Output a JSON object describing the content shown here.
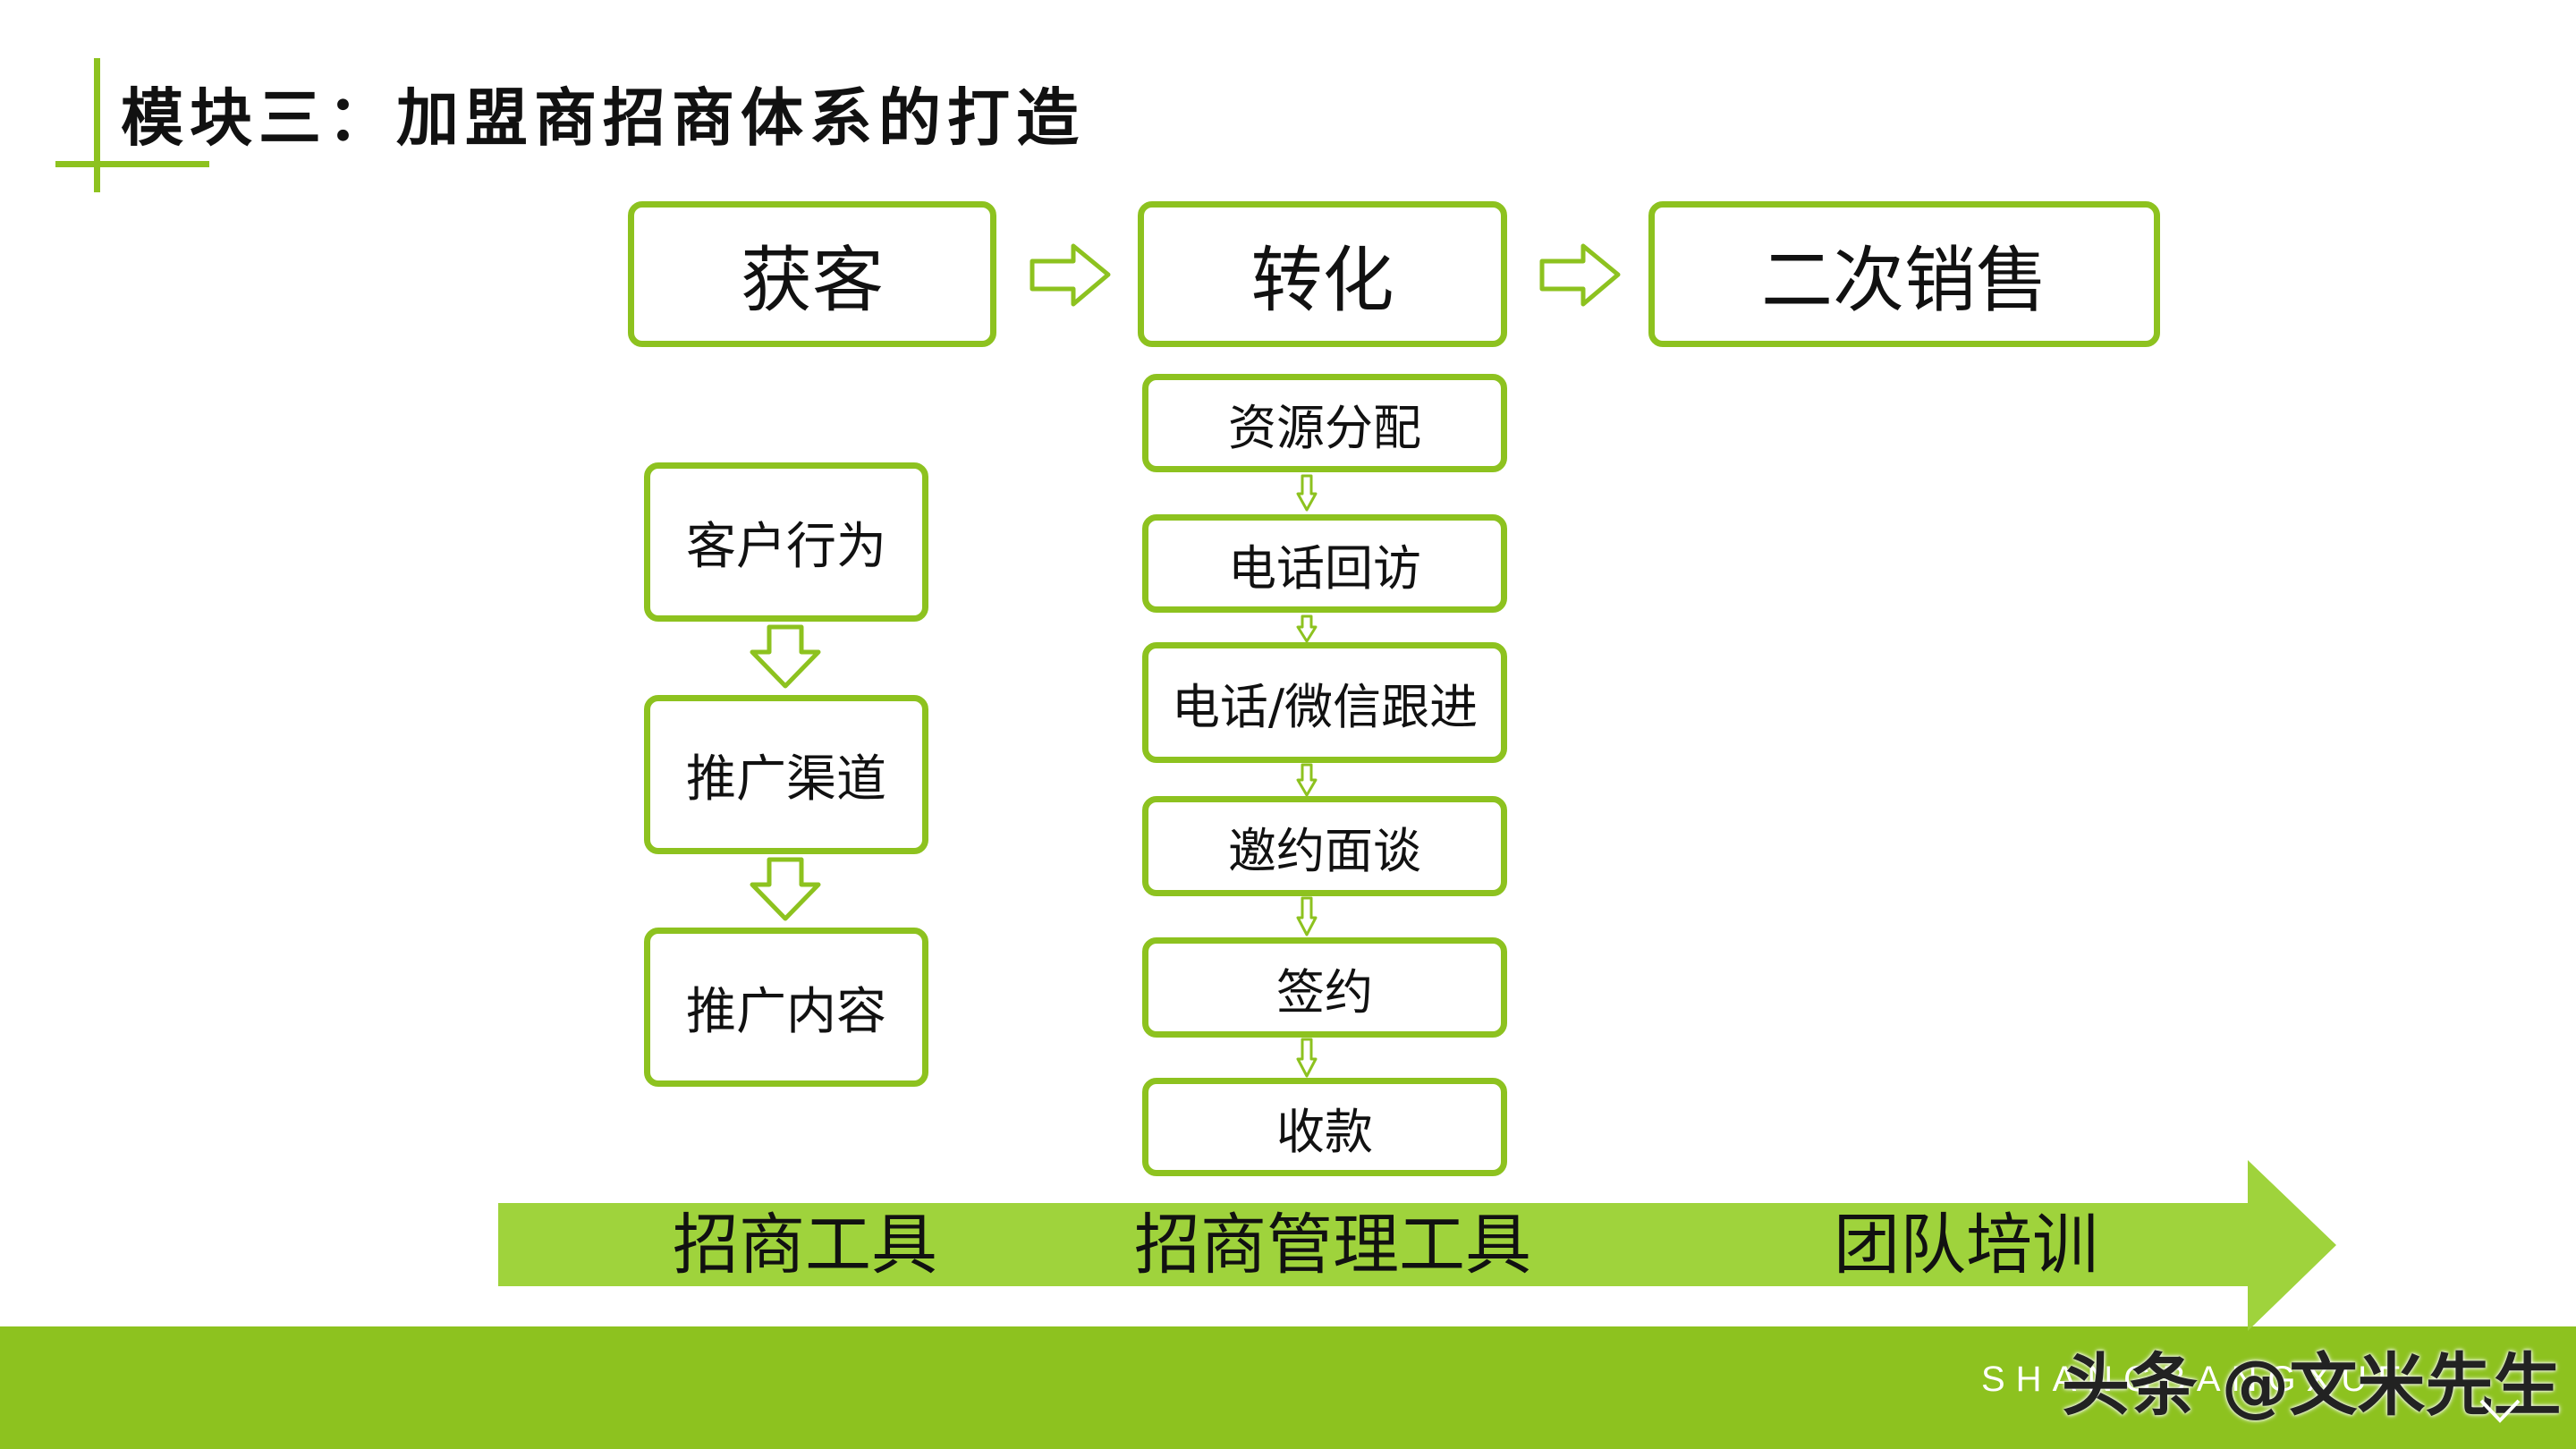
{
  "title": "模块三：加盟商招商体系的打造",
  "stages": [
    "获客",
    "转化",
    "二次销售"
  ],
  "acquisition_steps": [
    "客户行为",
    "推广渠道",
    "推广内容"
  ],
  "conversion_steps": [
    "资源分配",
    "电话回访",
    "电话/微信跟进",
    "邀约面谈",
    "签约",
    "收款"
  ],
  "bottom_arrow": {
    "labels": [
      "招商工具",
      "招商管理工具",
      "团队培训"
    ]
  },
  "footer": {
    "text": "SHANGBANGXUE",
    "watermark": "头条 @文米先生"
  },
  "colors": {
    "accent": "#8dc21f",
    "arrow_band": "#9fd33c"
  },
  "icons": [
    "right-arrow-icon",
    "down-arrow-icon"
  ]
}
